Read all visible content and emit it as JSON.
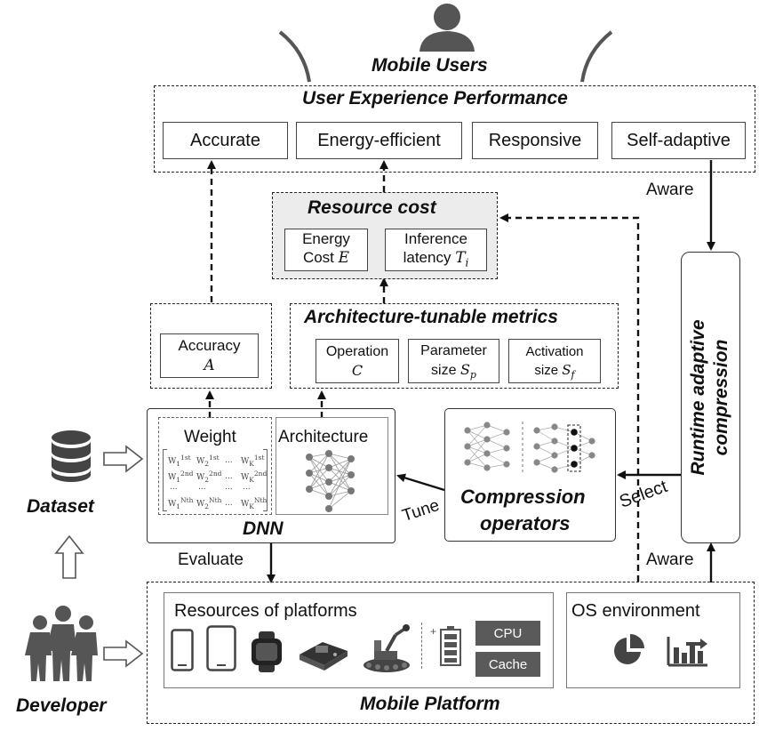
{
  "mobile_users": "Mobile Users",
  "ux": {
    "title": "User Experience Performance",
    "items": [
      "Accurate",
      "Energy-efficient",
      "Responsive",
      "Self-adaptive"
    ]
  },
  "resource_cost": {
    "title": "Resource cost",
    "energy_line1": "Energy",
    "energy_line2": "Cost",
    "energy_symbol": "E",
    "latency_line1": "Inference",
    "latency_line2": "latency",
    "latency_symbol": "T",
    "latency_sub": "i"
  },
  "accuracy": {
    "line1": "Accuracy",
    "symbol": "A"
  },
  "arch_metrics": {
    "title": "Architecture-tunable metrics",
    "operation_line1": "Operation",
    "operation_symbol": "C",
    "param_line1": "Parameter",
    "param_line2": "size",
    "param_symbol": "S",
    "param_sub": "p",
    "act_line1": "Activation",
    "act_line2": "size",
    "act_symbol": "S",
    "act_sub": "f"
  },
  "dnn": {
    "title": "DNN",
    "weight": "Weight",
    "architecture": "Architecture",
    "matrix": {
      "r1": [
        "W",
        "W",
        "...",
        "W"
      ],
      "r1_sup": [
        "1st",
        "1st",
        "",
        "1st"
      ],
      "r1_sub": [
        "1",
        "2",
        "",
        "K"
      ],
      "r2_sup": [
        "2nd",
        "2nd",
        "",
        "2nd"
      ],
      "r3": [
        "...",
        "...",
        "...",
        "..."
      ],
      "r4_sup": [
        "Nth",
        "Nth",
        "",
        "Nth"
      ]
    }
  },
  "compression_ops": {
    "line1": "Compression",
    "line2": "operators"
  },
  "runtime": {
    "line1": "Runtime adaptive",
    "line2": "compression"
  },
  "labels": {
    "aware_top": "Aware",
    "aware_bottom": "Aware",
    "select": "Select",
    "tune": "Tune",
    "evaluate": "Evaluate",
    "dataset": "Dataset",
    "developer": "Developer"
  },
  "platform": {
    "title": "Mobile Platform",
    "resources_title": "Resources of platforms",
    "cpu": "CPU",
    "cache": "Cache",
    "os_title": "OS environment"
  },
  "icons": [
    "user-icon",
    "database-icon",
    "team-icon",
    "phone-icon",
    "tablet-icon",
    "watch-icon",
    "board-icon",
    "robot-icon",
    "battery-icon",
    "pie-chart-icon",
    "bar-chart-icon"
  ]
}
